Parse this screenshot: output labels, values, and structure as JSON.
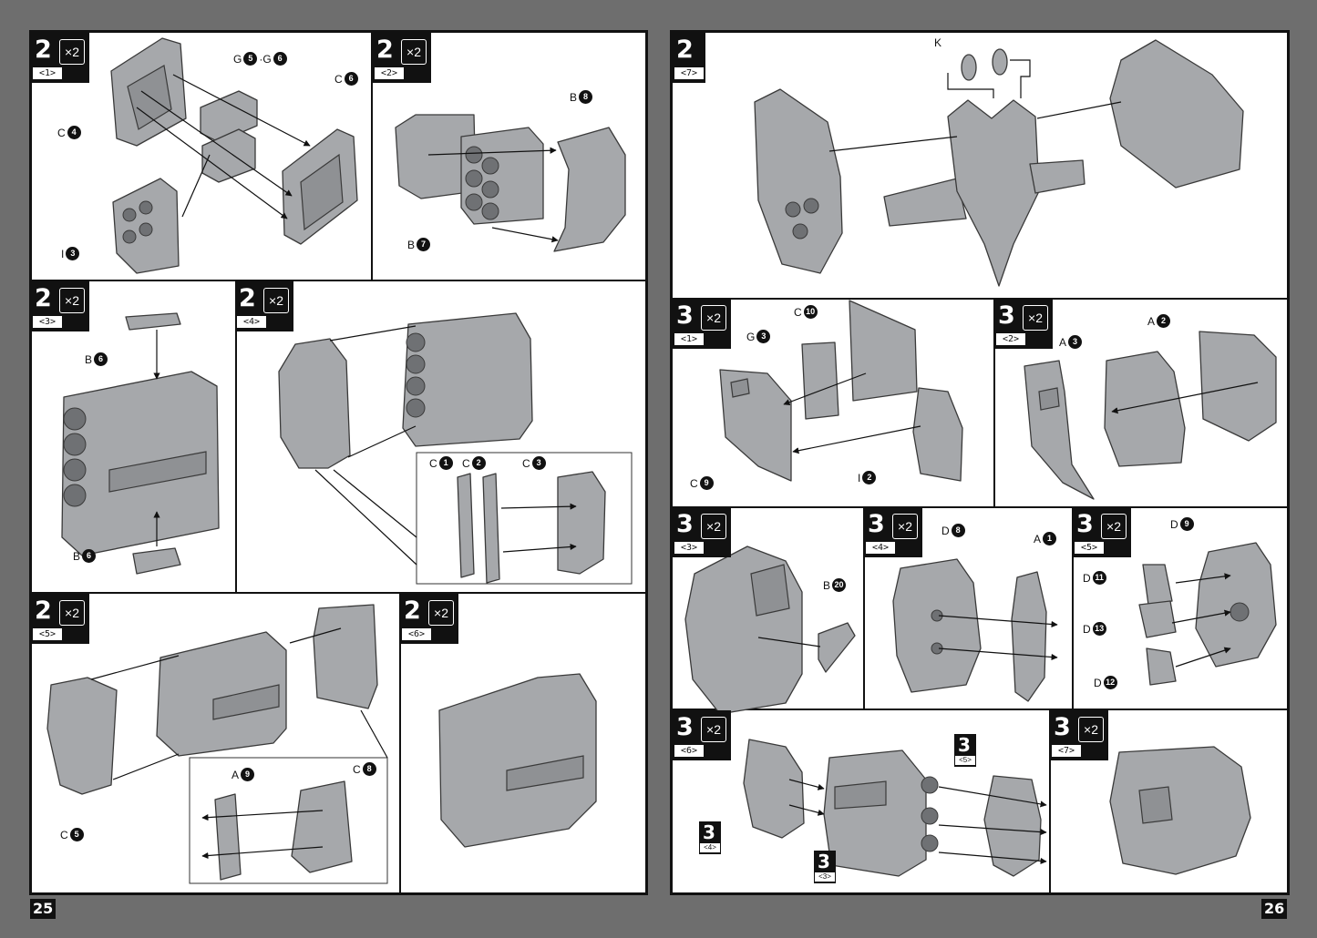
{
  "pages": {
    "left_number": "25",
    "right_number": "26"
  },
  "steps": [
    {
      "id": "l1",
      "number": "2",
      "multiplier": "×2",
      "sub": "<1>"
    },
    {
      "id": "l2",
      "number": "2",
      "multiplier": "×2",
      "sub": "<2>"
    },
    {
      "id": "l3",
      "number": "2",
      "multiplier": "×2",
      "sub": "<3>"
    },
    {
      "id": "l4",
      "number": "2",
      "multiplier": "×2",
      "sub": "<4>"
    },
    {
      "id": "l5",
      "number": "2",
      "multiplier": "×2",
      "sub": "<5>"
    },
    {
      "id": "l6",
      "number": "2",
      "multiplier": "×2",
      "sub": "<6>"
    },
    {
      "id": "r7",
      "number": "2",
      "multiplier": "",
      "sub": "<7>"
    },
    {
      "id": "r31",
      "number": "3",
      "multiplier": "×2",
      "sub": "<1>"
    },
    {
      "id": "r32",
      "number": "3",
      "multiplier": "×2",
      "sub": "<2>"
    },
    {
      "id": "r33",
      "number": "3",
      "multiplier": "×2",
      "sub": "<3>"
    },
    {
      "id": "r34",
      "number": "3",
      "multiplier": "×2",
      "sub": "<4>"
    },
    {
      "id": "r35",
      "number": "3",
      "multiplier": "×2",
      "sub": "<5>"
    },
    {
      "id": "r36",
      "number": "3",
      "multiplier": "×2",
      "sub": "<6>"
    },
    {
      "id": "r37",
      "number": "3",
      "multiplier": "×2",
      "sub": "<7>"
    }
  ],
  "step_refs": [
    {
      "number": "3",
      "sub": "<5>"
    },
    {
      "number": "3",
      "sub": "<4>"
    },
    {
      "number": "3",
      "sub": "<3>"
    }
  ],
  "callouts": [
    {
      "letter": "G",
      "num": "5",
      "extra_letter": "·G",
      "extra_num": "6"
    },
    {
      "letter": "C",
      "num": "6"
    },
    {
      "letter": "C",
      "num": "4"
    },
    {
      "letter": "I",
      "num": "3"
    },
    {
      "letter": "B",
      "num": "8"
    },
    {
      "letter": "B",
      "num": "7"
    },
    {
      "letter": "B",
      "num": "6"
    },
    {
      "letter": "B",
      "num": "6"
    },
    {
      "letter": "C",
      "num": "1"
    },
    {
      "letter": "C",
      "num": "2"
    },
    {
      "letter": "C",
      "num": "3"
    },
    {
      "letter": "A",
      "num": "9"
    },
    {
      "letter": "C",
      "num": "8"
    },
    {
      "letter": "C",
      "num": "5"
    },
    {
      "letter": "K",
      "num": ""
    },
    {
      "letter": "C",
      "num": "10"
    },
    {
      "letter": "G",
      "num": "3"
    },
    {
      "letter": "C",
      "num": "9"
    },
    {
      "letter": "I",
      "num": "2"
    },
    {
      "letter": "A",
      "num": "2"
    },
    {
      "letter": "A",
      "num": "3"
    },
    {
      "letter": "B",
      "num": "20"
    },
    {
      "letter": "D",
      "num": "8"
    },
    {
      "letter": "A",
      "num": "1"
    },
    {
      "letter": "D",
      "num": "9"
    },
    {
      "letter": "D",
      "num": "11"
    },
    {
      "letter": "D",
      "num": "13"
    },
    {
      "letter": "D",
      "num": "12"
    }
  ],
  "colors": {
    "background": "#6e6e6e",
    "part_fill": "#a6a8ab",
    "part_stroke": "#3a3a3a",
    "ink": "#111111"
  }
}
